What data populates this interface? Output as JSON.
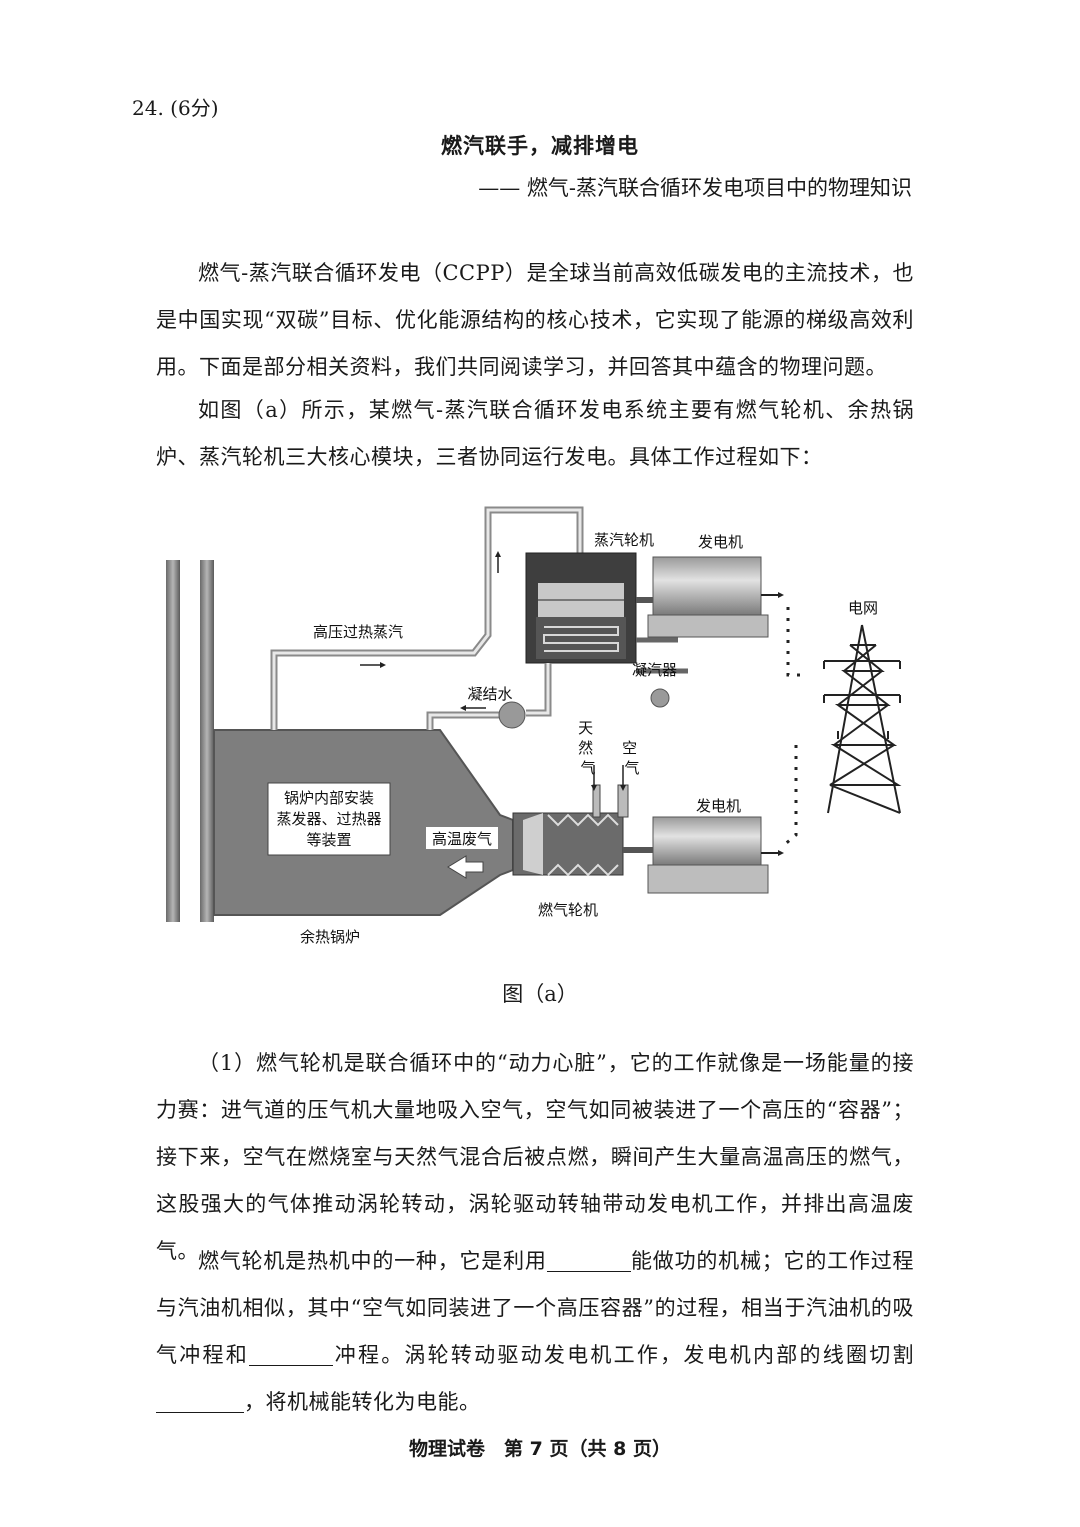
{
  "question": {
    "number": "24. (6分)",
    "title": "燃汽联手，减排增电",
    "subtitle": "—— 燃气-蒸汽联合循环发电项目中的物理知识"
  },
  "paragraphs": {
    "intro": "燃气-蒸汽联合循环发电（CCPP）是全球当前高效低碳发电的主流技术，也是中国实现“双碳”目标、优化能源结构的核心技术，它实现了能源的梯级高效利用。下面是部分相关资料，我们共同阅读学习，并回答其中蕴含的物理问题。",
    "figure_intro": "如图（a）所示，某燃气-蒸汽联合循环发电系统主要有燃气轮机、余热锅炉、蒸汽轮机三大核心模块，三者协同运行发电。具体工作过程如下：",
    "part1": "（1）燃气轮机是联合循环中的“动力心脏”，它的工作就像是一场能量的接力赛：进气道的压气机大量地吸入空气，空气如同被装进了一个高压的“容器”；接下来，空气在燃烧室与天然气混合后被点燃，瞬间产生大量高温高压的燃气，这股强大的气体推动涡轮转动，涡轮驱动转轴带动发电机工作，并排出高温废气。",
    "question_a": "燃气轮机是热机中的一种，它是利用",
    "question_b": "能做功的机械；它的工作过程与汽油机相似，其中“空气如同装进了一个高压容器”的过程，相当于汽油机的吸气冲程和",
    "question_c": "冲程。涡轮转动驱动发电机工作，发电机内部的线圈切割",
    "question_d": "，将机械能转化为电能。"
  },
  "figure": {
    "caption": "图（a）",
    "labels": {
      "steam_turbine": "蒸汽轮机",
      "generator_top": "发电机",
      "grid": "电网",
      "superheated_steam": "高压过热蒸汽",
      "condenser": "凝汽器",
      "condensate": "凝结水",
      "natural_gas": "天然气",
      "air": "空气",
      "boiler_inner_1": "锅炉内部安装",
      "boiler_inner_2": "蒸发器、过热器",
      "boiler_inner_3": "等装置",
      "exhaust": "高温废气",
      "generator_bottom": "发电机",
      "gas_turbine": "燃气轮机",
      "waste_heat_boiler": "余热锅炉"
    }
  },
  "footer": "物理试卷　第 7 页（共 8 页）"
}
